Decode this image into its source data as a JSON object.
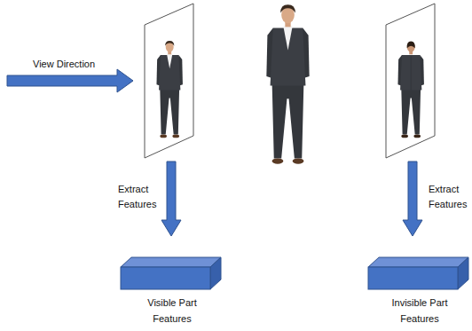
{
  "diagram": {
    "nodes": [
      {
        "text": [
          "Visible Part Features"
        ]
      },
      {
        "text": [
          "Invisible Part Features"
        ]
      }
    ],
    "labels": [
      "View Direction",
      "Extract Features",
      "Extract Features"
    ]
  }
}
